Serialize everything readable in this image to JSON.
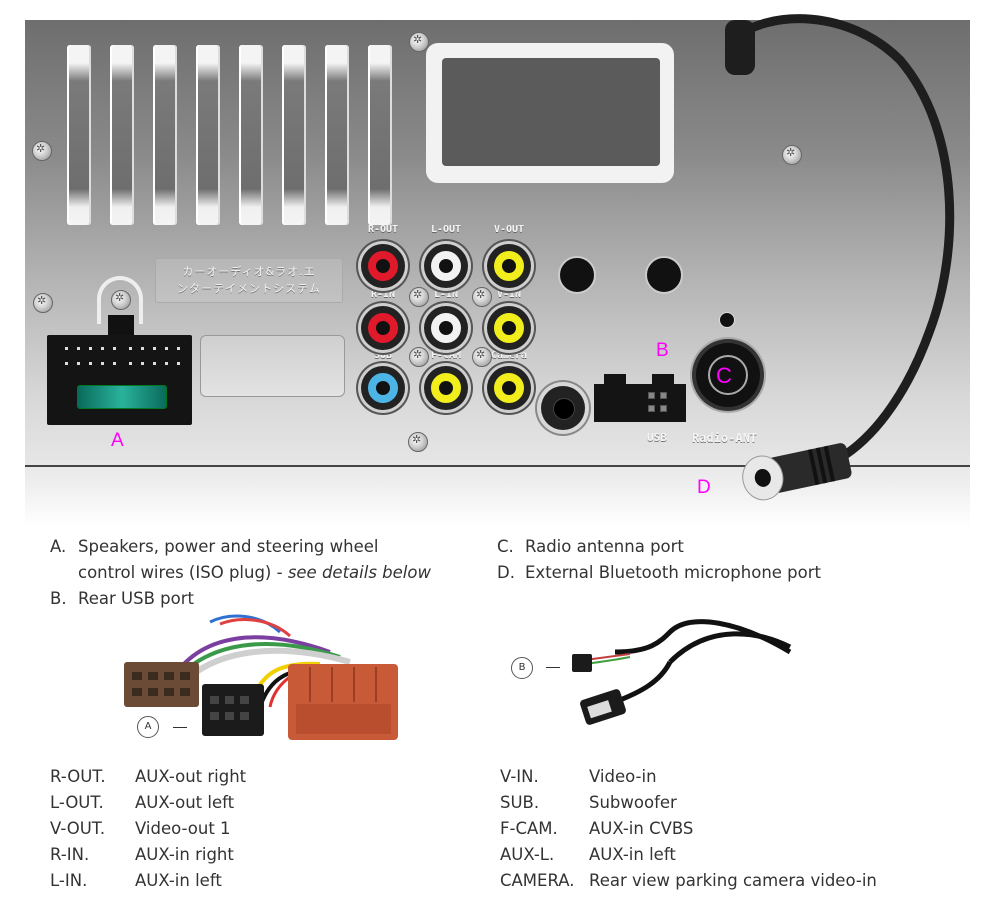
{
  "panel": {
    "japanese_plate_line1": "カーオーディオ&ラオ.エ",
    "japanese_plate_line2": "ンターテイメントシステム",
    "rca_labels": {
      "r_out": "R-OUT",
      "l_out": "L-OUT",
      "v_out": "V-OUT",
      "r_in": "R-IN",
      "l_in": "L-IN",
      "v_in": "V-IN",
      "sub": "SUB",
      "f_cam": "F-CAM",
      "camera": "Camera"
    },
    "rca_colors": {
      "red": "#e01a2a",
      "white": "#f2f2f2",
      "yellow": "#f2ee1e",
      "blue": "#4db4e6"
    },
    "usb_label": "USB",
    "radio_ant_label": "Radio-ANT",
    "callouts": {
      "a": "A",
      "b": "B",
      "c": "C",
      "d": "D"
    },
    "callout_color": "#ff00ff"
  },
  "descriptions": {
    "left": [
      {
        "letter": "A.",
        "text": "Speakers, power and steering wheel",
        "text2": "control wires (ISO plug) - ",
        "text2_italic": "see details below"
      },
      {
        "letter": "B.",
        "text": "Rear USB port"
      }
    ],
    "right": [
      {
        "letter": "C.",
        "text": "Radio antenna port"
      },
      {
        "letter": "D.",
        "text": "External Bluetooth microphone port"
      }
    ]
  },
  "accessories": {
    "iso_badge": "A",
    "usb_badge": "B"
  },
  "legend": {
    "left": [
      {
        "abbr": "R-OUT.",
        "meaning": "AUX-out right"
      },
      {
        "abbr": "L-OUT.",
        "meaning": "AUX-out left"
      },
      {
        "abbr": "V-OUT.",
        "meaning": "Video-out 1"
      },
      {
        "abbr": "R-IN.",
        "meaning": "AUX-in right"
      },
      {
        "abbr": "L-IN.",
        "meaning": "AUX-in left"
      }
    ],
    "right": [
      {
        "abbr": "V-IN.",
        "meaning": "Video-in"
      },
      {
        "abbr": "SUB.",
        "meaning": "Subwoofer"
      },
      {
        "abbr": "F-CAM.",
        "meaning": "AUX-in CVBS"
      },
      {
        "abbr": "AUX-L.",
        "meaning": "AUX-in left"
      },
      {
        "abbr": "CAMERA.",
        "meaning": "Rear view parking camera video-in"
      }
    ]
  }
}
